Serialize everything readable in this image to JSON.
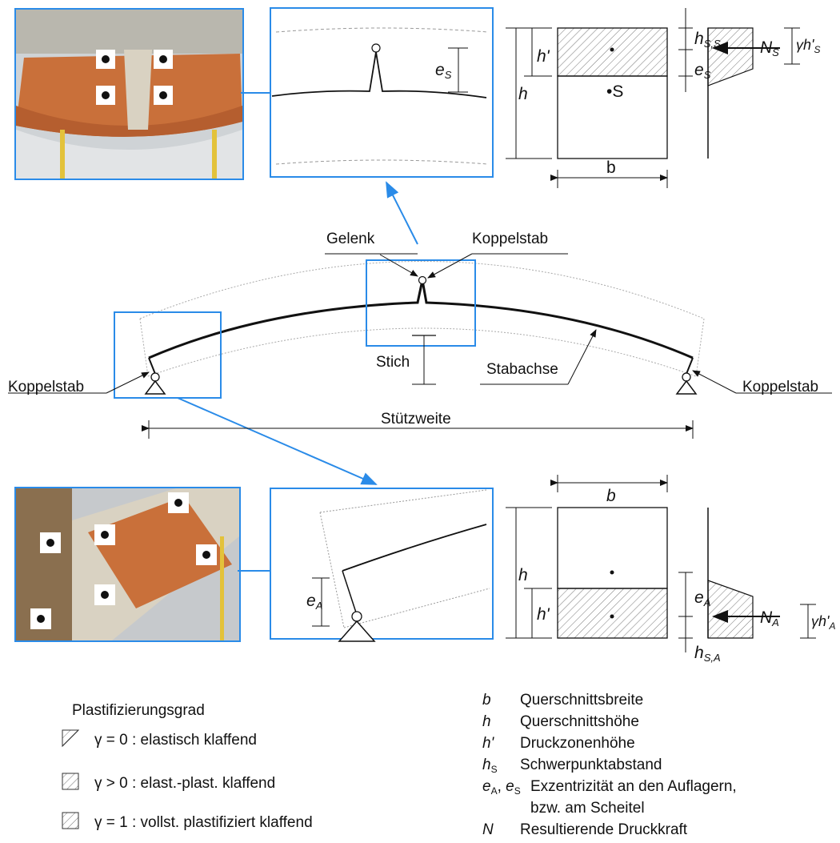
{
  "labels": {
    "gelenk": "Gelenk",
    "koppelstab_top": "Koppelstab",
    "koppelstab_left": "Koppelstab",
    "koppelstab_right": "Koppelstab",
    "stich": "Stich",
    "stabachse": "Stabachse",
    "stuetzweite": "Stützweite"
  },
  "top_section": {
    "h": "h",
    "h_prime": "h'",
    "b": "b",
    "S": "•S",
    "hs": "h",
    "hs_sub": "S,S",
    "es": "e",
    "es_sub": "S",
    "detail_es": "e",
    "detail_es_sub": "S",
    "N": "N",
    "N_sub": "S",
    "gamma": "γh'",
    "gamma_sub": "S"
  },
  "bottom_section": {
    "h": "h",
    "h_prime": "h'",
    "b": "b",
    "hs": "h",
    "hs_sub": "S,A",
    "ea": "e",
    "ea_sub": "A",
    "detail_ea": "e",
    "detail_ea_sub": "A",
    "N": "N",
    "N_sub": "A",
    "gamma": "γh'",
    "gamma_sub": "A"
  },
  "legend_left": {
    "title": "Plastifizierungsgrad",
    "items": [
      "γ = 0 : elastisch klaffend",
      "γ > 0 : elast.-plast. klaffend",
      "γ = 1 : vollst. plastifiziert klaffend"
    ]
  },
  "legend_right": {
    "rows": [
      {
        "sym": "b",
        "desc": "Querschnittsbreite"
      },
      {
        "sym": "h",
        "desc": "Querschnittshöhe"
      },
      {
        "sym": "h'",
        "desc": "Druckzonenhöhe"
      },
      {
        "sym": "h",
        "sub": "S",
        "desc": "Schwerpunktabstand"
      },
      {
        "sym": "e",
        "sub": "A",
        "sym2": "e",
        "sub2": "S",
        "desc": "Exzentrizität an den Auflagern,"
      },
      {
        "sym": "",
        "desc": "bzw. am Scheitel"
      },
      {
        "sym": "N",
        "desc": "Resultierende Druckkraft"
      }
    ]
  },
  "colors": {
    "blue": "#2a8be8",
    "black": "#111111",
    "brick": "#c9703a",
    "mortar": "#d9d2c2"
  }
}
